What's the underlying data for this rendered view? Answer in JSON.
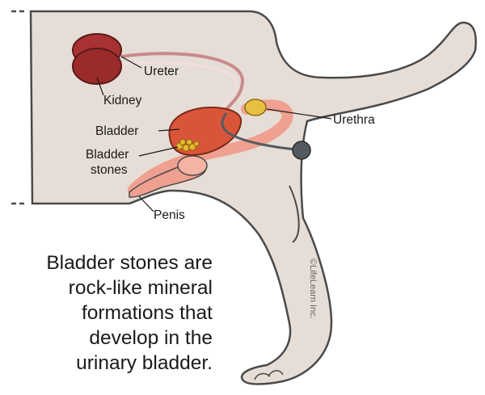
{
  "labels": {
    "ureter": "Ureter",
    "kidney": "Kidney",
    "bladder": "Bladder",
    "bladder_stones_1": "Bladder",
    "bladder_stones_2": "stones",
    "urethra": "Urethra",
    "penis": "Penis"
  },
  "caption": {
    "line1": "Bladder stones are",
    "line2": "rock-like mineral",
    "line3": "formations that",
    "line4": "develop in the",
    "line5": "urinary bladder."
  },
  "copyright": "©LifeLearn Inc.",
  "colors": {
    "body_fill": "#e6ddd6",
    "outline": "#4a4a4a",
    "kidney": "#9b2a2a",
    "bladder": "#d9553a",
    "stones": "#e8b830",
    "urethra": "#f0a090",
    "prostate": "#e8c040",
    "catheter": "#555a60"
  }
}
